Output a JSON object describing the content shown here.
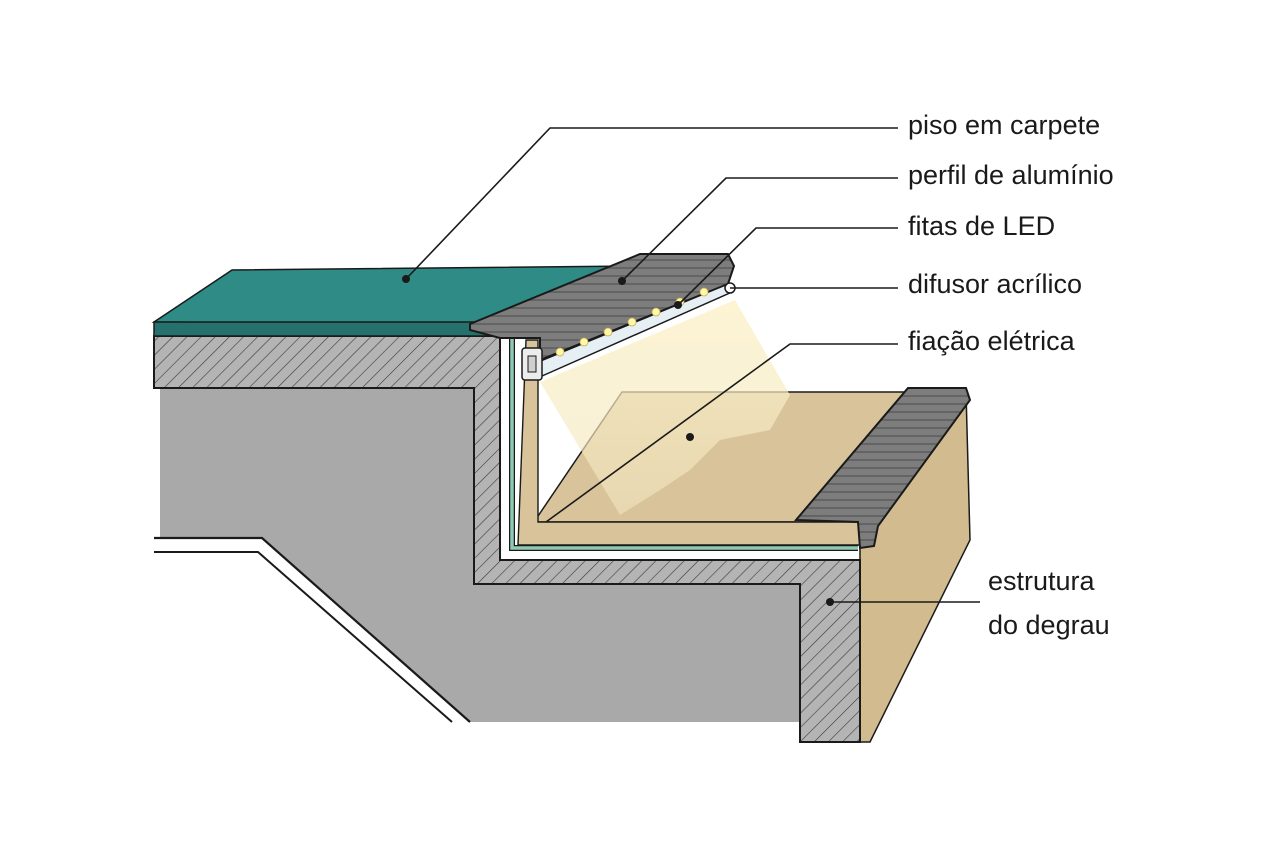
{
  "labels": {
    "carpet": "piso em carpete",
    "aluminum_profile": "perfil de alumínio",
    "led_strips": "fitas de LED",
    "acrylic_diffuser": "difusor acrílico",
    "wiring": "fiação elétrica",
    "step_structure_line1": "estrutura",
    "step_structure_line2": "do degrau"
  },
  "colors": {
    "carpet": "#2e8b86",
    "concrete": "#a9a9a9",
    "hatch_fill": "#b4b4b4",
    "profile": "#7d7d7d",
    "lower_tread": "#d8c39a",
    "light_glow": "#f4e9c4",
    "led": "#fff6b0",
    "wire": "#8fc9b4",
    "line": "#1a1a1a"
  }
}
